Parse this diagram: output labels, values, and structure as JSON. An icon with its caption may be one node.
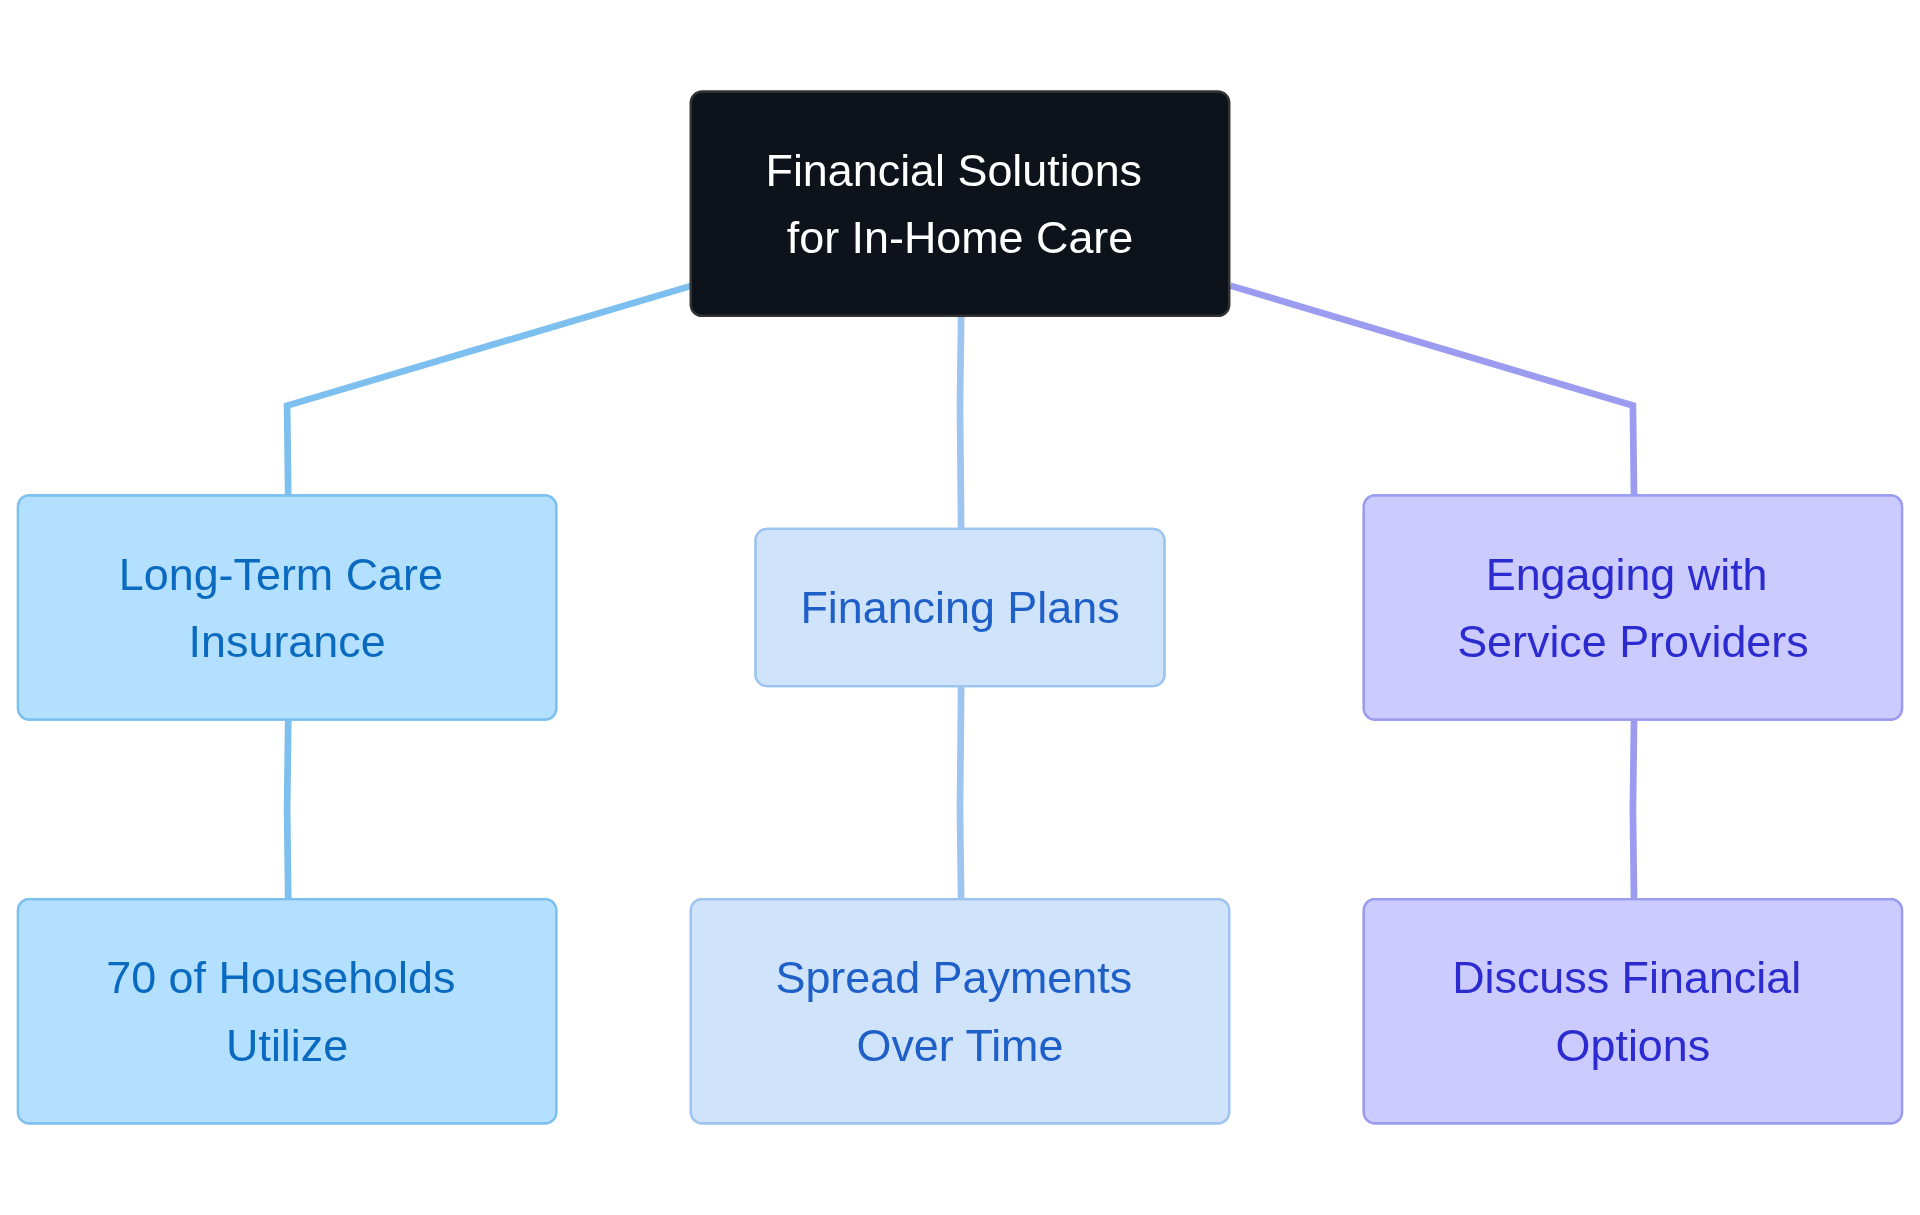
{
  "diagram": {
    "nodes": [
      {
        "text": [
          "Financial Solutions for In-Home Care"
        ]
      },
      {
        "text": [
          "Long-Term Care Insurance"
        ]
      },
      {
        "text": [
          "70 of Households Utilize"
        ]
      },
      {
        "text": [
          "Financing Plans"
        ]
      },
      {
        "text": [
          "Spread Payments Over Time"
        ]
      },
      {
        "text": [
          "Engaging with Service Providers"
        ]
      },
      {
        "text": [
          "Discuss Financial Options"
        ]
      }
    ],
    "edges": [
      {
        "from": 0,
        "to": 1,
        "arrow": "none",
        "color": "#7dc0f0"
      },
      {
        "from": 1,
        "to": 2,
        "arrow": "none",
        "color": "#7dc0f0"
      },
      {
        "from": 0,
        "to": 3,
        "arrow": "none",
        "color": "#9ec4f0"
      },
      {
        "from": 3,
        "to": 4,
        "arrow": "none",
        "color": "#9ec4f0"
      },
      {
        "from": 0,
        "to": 5,
        "arrow": "none",
        "color": "#9b9bf0"
      },
      {
        "from": 5,
        "to": 6,
        "arrow": "none",
        "color": "#9b9bf0"
      }
    ]
  }
}
